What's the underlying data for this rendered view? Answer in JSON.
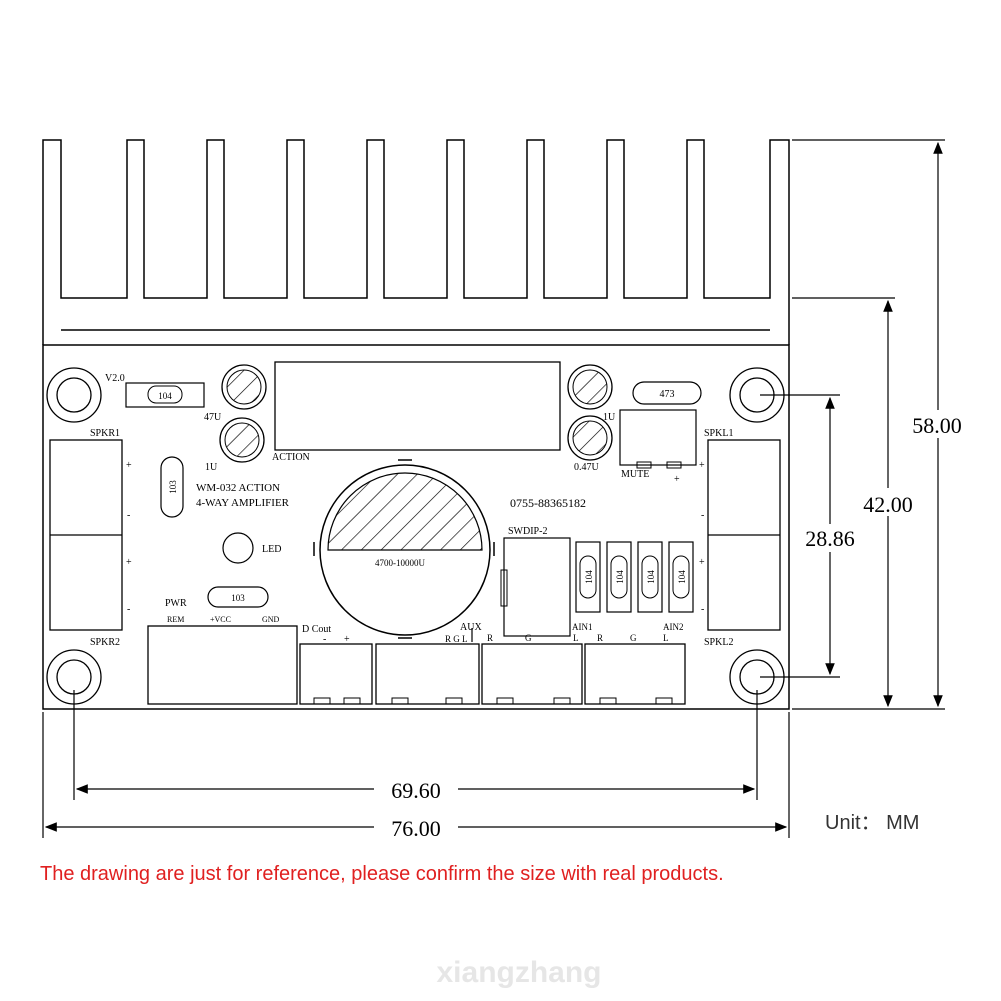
{
  "board": {
    "version": "V2.0",
    "model_line1": "WM-032 ACTION",
    "model_line2": "4-WAY AMPLIFIER",
    "phone": "0755-88365182",
    "action_label": "ACTION",
    "led_label": "LED",
    "swdip_label": "SWDIP-2",
    "mute_label": "MUTE",
    "main_cap_label": "4700-10000U",
    "cap_47u": "47U",
    "cap_1u_left": "1U",
    "cap_1u_right": "1U",
    "cap_047u": "0.47U",
    "res_104_top": "104",
    "res_473": "473",
    "res_103_vertical": "103",
    "res_103_pwr": "103",
    "dip_resistors": [
      "104",
      "104",
      "104",
      "104"
    ],
    "spkr1": "SPKR1",
    "spkr2": "SPKR2",
    "spkl1": "SPKL1",
    "spkl2": "SPKL2",
    "pwr": "PWR",
    "rem": "REM",
    "vcc": "+VCC",
    "gnd": "GND",
    "dcout": "D Cout",
    "aux": "AUX",
    "ain1": "AIN1",
    "ain2": "AIN2",
    "aux_pins": "R G L",
    "ain1_pins_r": "R",
    "ain1_pins_g": "G",
    "ain1_pins_l": "L",
    "ain2_pins_r": "R",
    "ain2_pins_g": "G",
    "ain2_pins_l": "L",
    "plus": "+",
    "minus": "-",
    "dc_minus": "-",
    "dc_plus": "+"
  },
  "dimensions": {
    "height_total": "58.00",
    "height_board": "42.00",
    "hole_vertical": "28.86",
    "hole_horizontal": "69.60",
    "width_total": "76.00",
    "unit": "Unit： MM"
  },
  "note": "The drawing are just for reference, please confirm the size with real products.",
  "watermark": "xiangzhang",
  "colors": {
    "note": "#e02020",
    "line": "#000000",
    "watermark": "#e8e8e8"
  }
}
